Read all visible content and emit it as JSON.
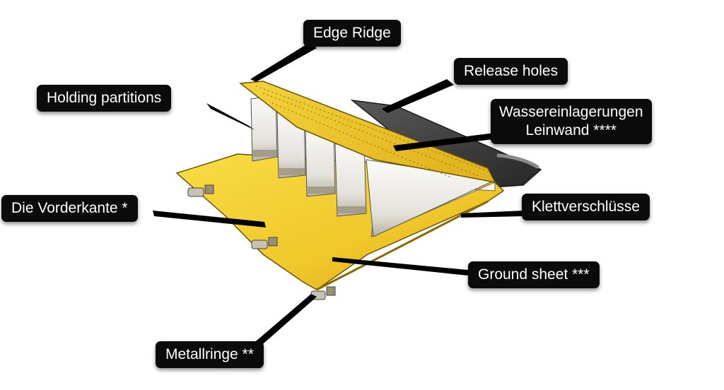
{
  "labels": {
    "edge_ridge": "Edge Ridge",
    "release_holes": "Release holes",
    "holding_partitions": "Holding partitions",
    "wassereinlagerungen_line1": "Wassereinlagerungen",
    "wassereinlagerungen_line2": "Leinwand ****",
    "die_vorderkante": "Die Vorderkante *",
    "klettverschluesse": "Klettverschlüsse",
    "ground_sheet": "Ground sheet ***",
    "metallringe": "Metallringe **"
  },
  "colors": {
    "fabric_yellow": "#f2cf2a",
    "fabric_yellow_dark": "#d9ad12",
    "partition_white": "#f1f1ef",
    "partition_shadow": "#b9b5a8",
    "back_sheet": "#3a3a3a",
    "callout_bg": "#0b0b0b",
    "callout_text": "#ffffff"
  },
  "icons": [
    "metal-ring-icon",
    "velcro-strap-icon"
  ]
}
